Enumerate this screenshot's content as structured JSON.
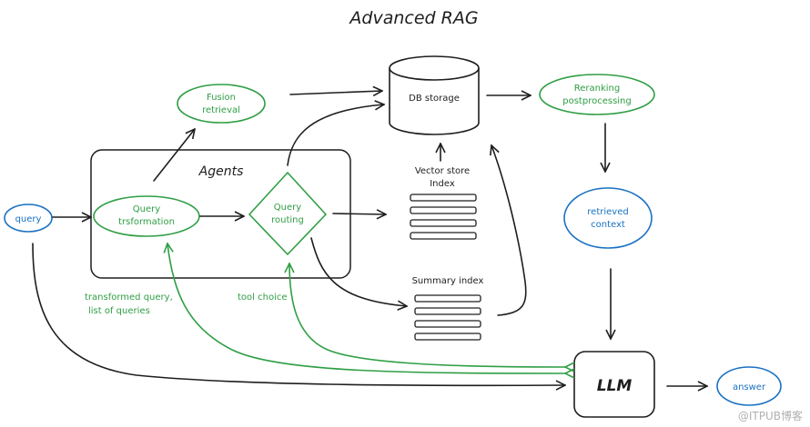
{
  "title": "Advanced RAG",
  "colors": {
    "green": "#2f9e44",
    "blue": "#1971c2",
    "dark": "#1e1e1e"
  },
  "nodes": {
    "query": "query",
    "fusion_retrieval": [
      "Fusion",
      "retrieval"
    ],
    "db_storage": "DB storage",
    "reranking": [
      "Reranking",
      "postprocessing"
    ],
    "agents": "Agents",
    "query_transformation": [
      "Query",
      "trsformation"
    ],
    "query_routing": [
      "Query",
      "routing"
    ],
    "vector_store_index": [
      "Vector store",
      "Index"
    ],
    "summary_index": "Summary index",
    "retrieved_context": [
      "retrieved",
      "context"
    ],
    "llm": "LLM",
    "answer": "answer"
  },
  "edge_labels": {
    "transformed_query": [
      "transformed query,",
      "list of queries"
    ],
    "tool_choice": "tool choice"
  },
  "watermark": "@ITPUB博客"
}
